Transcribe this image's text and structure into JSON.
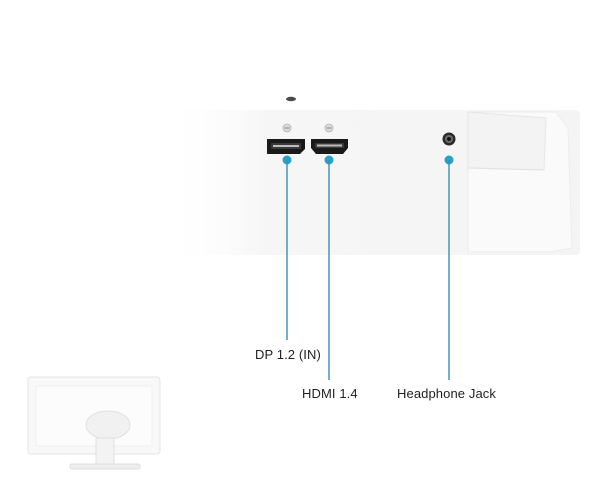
{
  "ports": [
    {
      "id": "dp",
      "label": "DP 1.2 (IN)",
      "icon": "displayport-icon"
    },
    {
      "id": "hdmi",
      "label": "HDMI 1.4",
      "icon": "hdmi-icon"
    },
    {
      "id": "headphone",
      "label": "Headphone Jack",
      "icon": "headphone-jack-icon"
    }
  ],
  "colors": {
    "accent": "#2a9fc8",
    "leader_line": "#3b8fb0",
    "port_body": "#1a1a1a",
    "housing": "#f7f7f7",
    "housing_edge": "#e8e8e8"
  }
}
